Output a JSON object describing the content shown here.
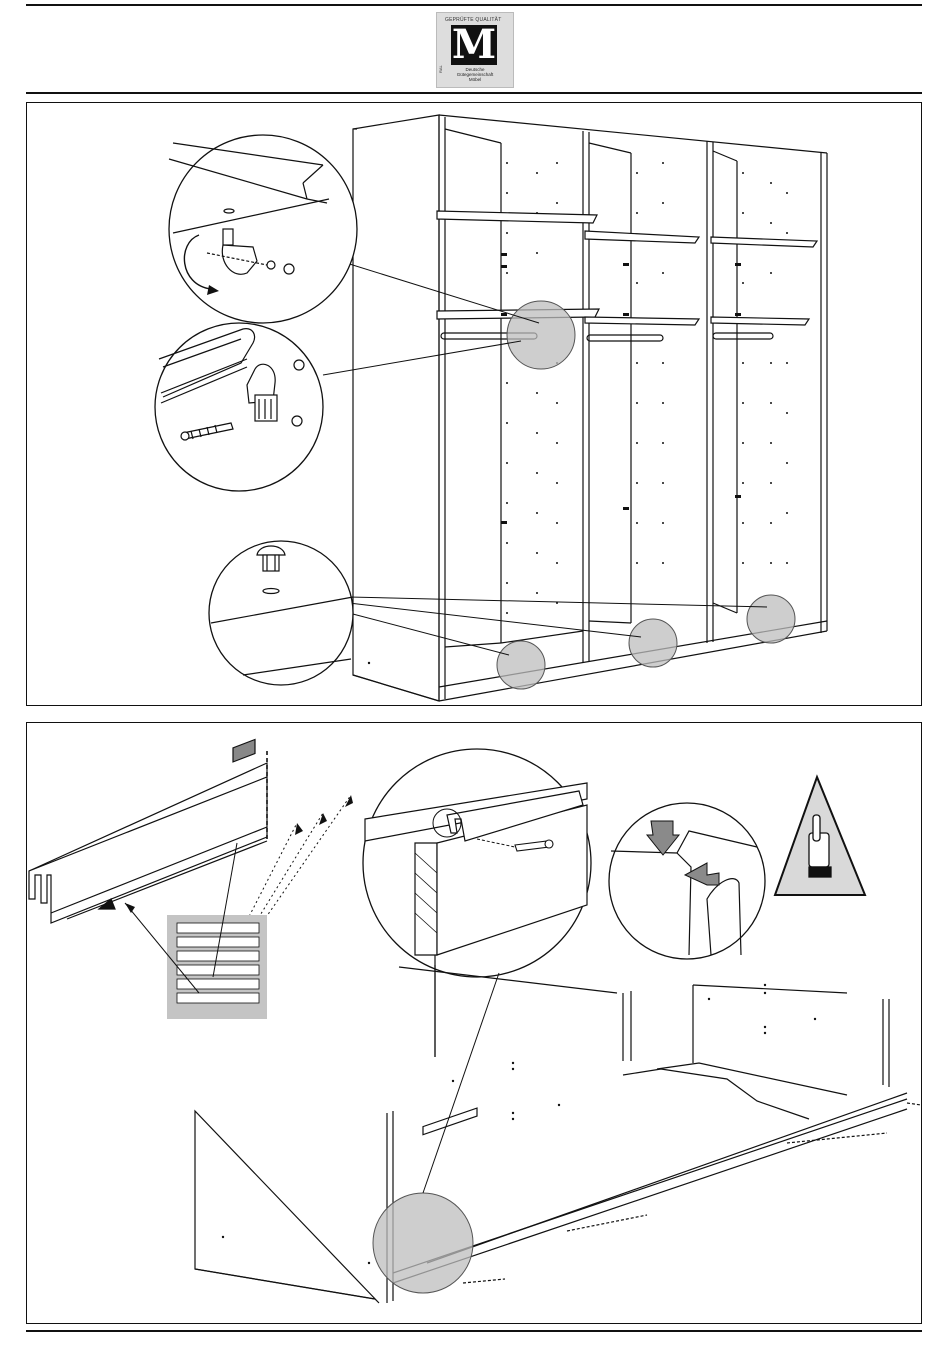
{
  "logo": {
    "top_text": "GEPRÜFTE QUALITÄT",
    "mark": "M",
    "line1": "Deutsche",
    "line2": "Gütegemeinschaft",
    "line3": "Möbel",
    "side_text": "RAL"
  },
  "colors": {
    "line": "#111111",
    "highlight": "#bdbdbd",
    "logo_bg": "#dddddd",
    "warning_bg": "#d9d9d9",
    "label_bg": "#c4c4c4"
  },
  "icons": [
    "rotate-arrow-icon",
    "screw-icon",
    "cap-plug-icon",
    "warning-hand-icon",
    "push-arrow-icon"
  ]
}
